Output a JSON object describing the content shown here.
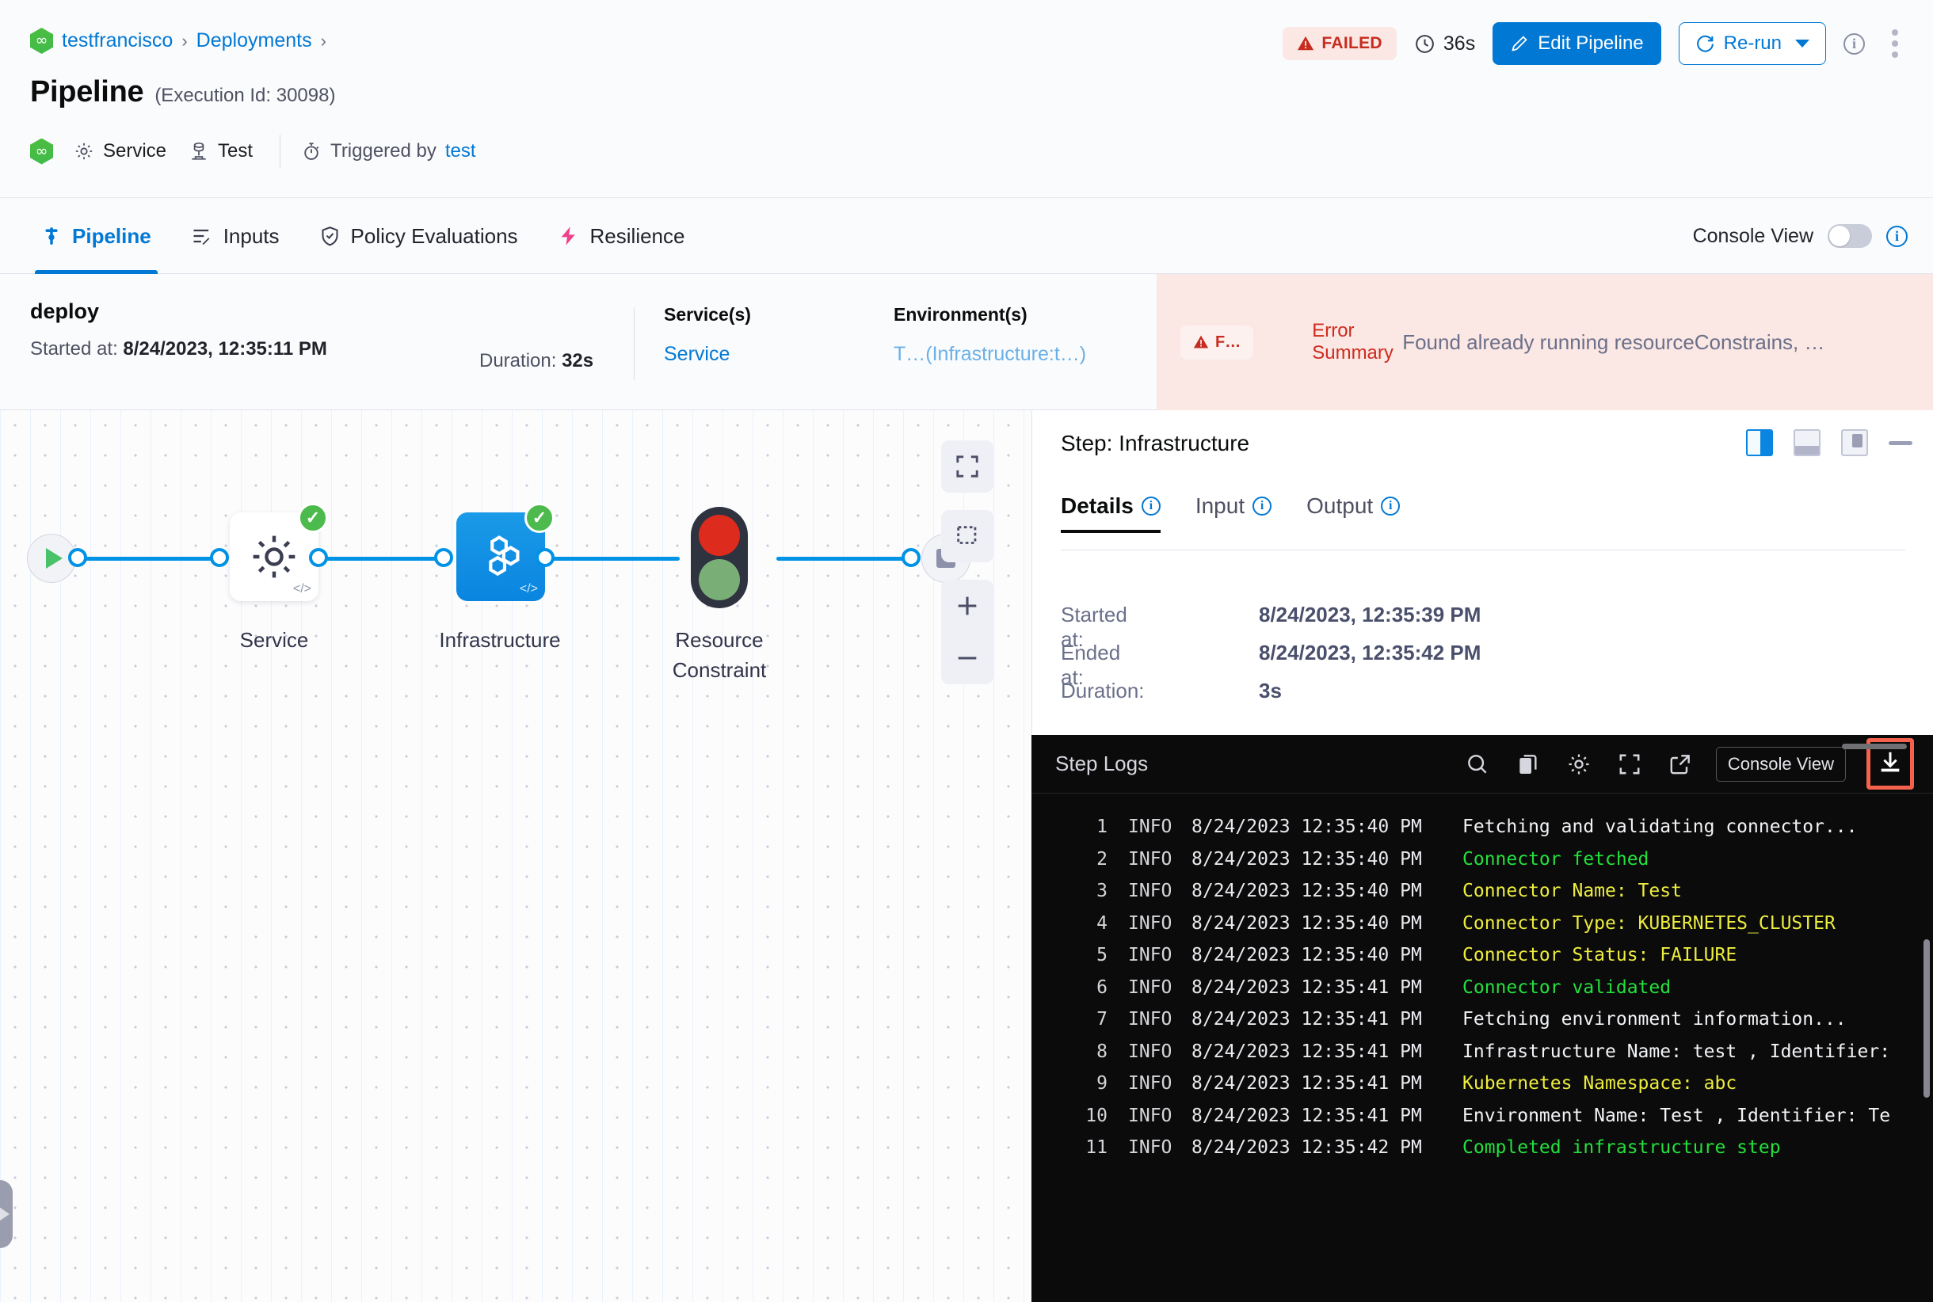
{
  "header": {
    "breadcrumb": [
      {
        "label": "testfrancisco",
        "icon": "harness-logo-icon"
      },
      {
        "label": "Deployments"
      }
    ],
    "title": "Pipeline",
    "execution_id_text": "(Execution Id: 30098)",
    "meta": {
      "service_label": "Service",
      "test_label": "Test",
      "triggered_by_prefix": "Triggered by",
      "triggered_by_user": "test"
    },
    "status_badge": "FAILED",
    "duration": "36s",
    "edit_pipeline_label": "Edit Pipeline",
    "rerun_label": "Re-run"
  },
  "tabs": [
    {
      "label": "Pipeline",
      "icon": "pipeline-icon",
      "active": true
    },
    {
      "label": "Inputs",
      "icon": "inputs-icon",
      "active": false
    },
    {
      "label": "Policy Evaluations",
      "icon": "shield-check-icon",
      "active": false
    },
    {
      "label": "Resilience",
      "icon": "resilience-icon",
      "active": false
    }
  ],
  "console_view": {
    "label": "Console View",
    "enabled": false
  },
  "stage": {
    "name": "deploy",
    "started_label": "Started at:",
    "started_value": "8/24/2023, 12:35:11 PM",
    "duration_label": "Duration:",
    "duration_value": "32s",
    "services_header": "Service(s)",
    "services_value": "Service",
    "environments_header": "Environment(s)",
    "environments_value": "T…(Infrastructure:t…)"
  },
  "error_summary": {
    "chip": "F…",
    "label": "Error Summary",
    "message": "Found already running resourceConstrains, …"
  },
  "graph": {
    "nodes": [
      {
        "label": "Service",
        "icon": "gear-icon",
        "status": "success",
        "selected": false
      },
      {
        "label": "Infrastructure",
        "icon": "infrastructure-icon",
        "status": "success",
        "selected": true
      },
      {
        "label": "Resource Constraint",
        "icon": "traffic-light-icon",
        "status": "none",
        "selected": false
      }
    ],
    "tools": [
      "fit-screen-icon",
      "selection-box-icon",
      "zoom-in-icon",
      "zoom-out-icon"
    ]
  },
  "step_panel": {
    "title": "Step: Infrastructure",
    "layout_icons": [
      "panel-right-icon",
      "panel-bottom-icon",
      "panel-float-icon",
      "minimize-icon"
    ],
    "tabs": [
      {
        "label": "Details",
        "active": true
      },
      {
        "label": "Input",
        "active": false
      },
      {
        "label": "Output",
        "active": false
      }
    ],
    "details": [
      {
        "key": "Started at:",
        "value": "8/24/2023, 12:35:39 PM"
      },
      {
        "key": "Ended at:",
        "value": "8/24/2023, 12:35:42 PM"
      },
      {
        "key": "Duration:",
        "value": "3s"
      }
    ]
  },
  "logs": {
    "title": "Step Logs",
    "toolbar": [
      "search-icon",
      "copy-icon",
      "gear-icon",
      "fullscreen-icon",
      "open-external-icon"
    ],
    "console_view_label": "Console View",
    "download_icon": "download-icon",
    "lines": [
      {
        "no": "1",
        "level": "INFO",
        "ts": "8/24/2023 12:35:40 PM",
        "msg": "Fetching and validating connector...",
        "color": "plain"
      },
      {
        "no": "2",
        "level": "INFO",
        "ts": "8/24/2023 12:35:40 PM",
        "msg": "Connector fetched",
        "color": "green"
      },
      {
        "no": "3",
        "level": "INFO",
        "ts": "8/24/2023 12:35:40 PM",
        "msg": "Connector Name: Test",
        "color": "yellow"
      },
      {
        "no": "4",
        "level": "INFO",
        "ts": "8/24/2023 12:35:40 PM",
        "msg": "Connector Type: KUBERNETES_CLUSTER",
        "color": "yellow"
      },
      {
        "no": "5",
        "level": "INFO",
        "ts": "8/24/2023 12:35:40 PM",
        "msg": "Connector Status: FAILURE",
        "color": "yellow"
      },
      {
        "no": "6",
        "level": "INFO",
        "ts": "8/24/2023 12:35:41 PM",
        "msg": "Connector validated",
        "color": "green"
      },
      {
        "no": "7",
        "level": "INFO",
        "ts": "8/24/2023 12:35:41 PM",
        "msg": "Fetching environment information...",
        "color": "plain"
      },
      {
        "no": "8",
        "level": "INFO",
        "ts": "8/24/2023 12:35:41 PM",
        "msg": "Infrastructure Name: test , Identifier:",
        "color": "plain"
      },
      {
        "no": "9",
        "level": "INFO",
        "ts": "8/24/2023 12:35:41 PM",
        "msg": "Kubernetes Namespace: abc",
        "color": "yellow"
      },
      {
        "no": "10",
        "level": "INFO",
        "ts": "8/24/2023 12:35:41 PM",
        "msg": "Environment Name: Test , Identifier: Te",
        "color": "plain"
      },
      {
        "no": "11",
        "level": "INFO",
        "ts": "8/24/2023 12:35:42 PM",
        "msg": "Completed infrastructure step",
        "color": "green"
      }
    ]
  },
  "colors": {
    "accent": "#0278d5",
    "error": "#c62c1f",
    "error_bg": "#fbe7e4",
    "success": "#4dba4d",
    "node_blue": "#0a85e0"
  }
}
